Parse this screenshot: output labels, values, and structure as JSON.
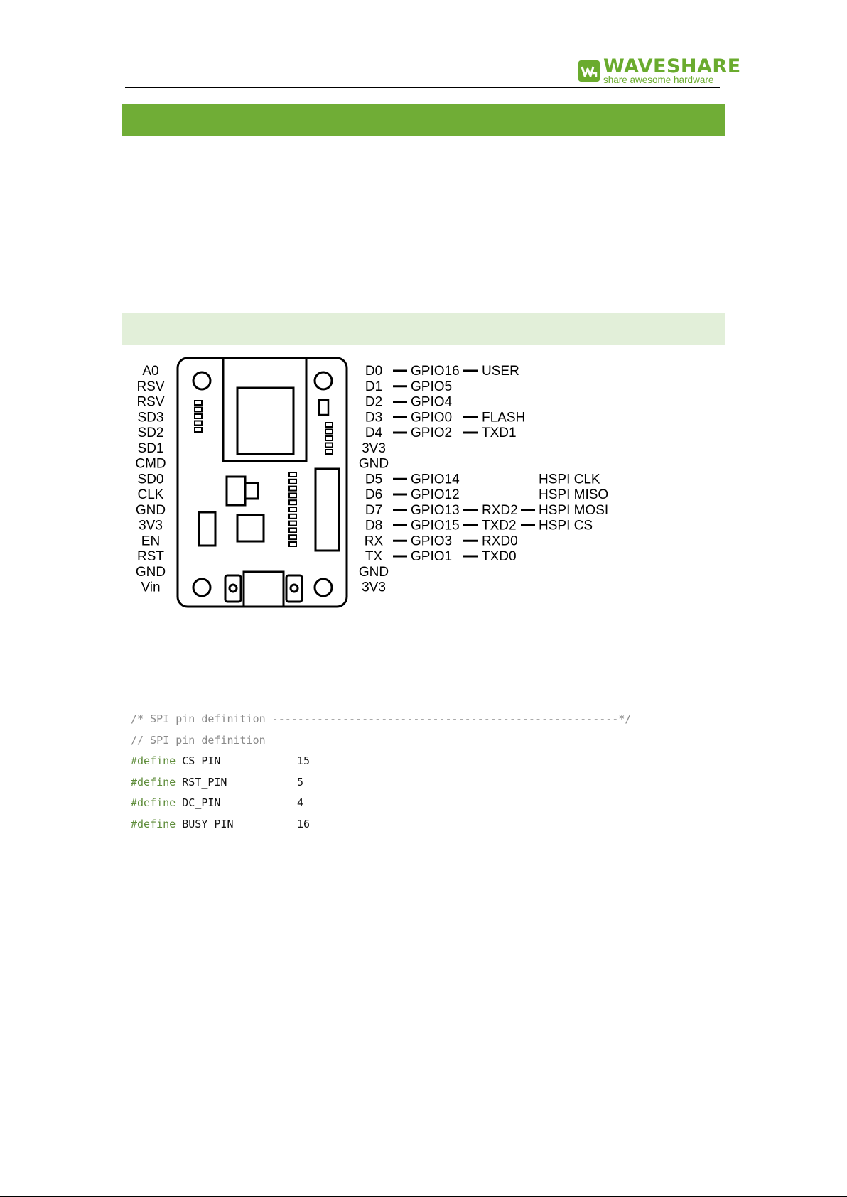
{
  "header": {
    "logo_word": "WAVESHARE",
    "logo_tagline": "share awesome hardware",
    "brand_color": "#6aab2e"
  },
  "bars": {
    "dark_color": "#70ad36",
    "light_color": "#e2efd9"
  },
  "pinout": {
    "left_pins": [
      "A0",
      "RSV",
      "RSV",
      "SD3",
      "SD2",
      "SD1",
      "CMD",
      "SD0",
      "CLK",
      "GND",
      "3V3",
      "EN",
      "RST",
      "GND",
      "Vin"
    ],
    "right_pins": [
      "D0",
      "D1",
      "D2",
      "D3",
      "D4",
      "3V3",
      "GND",
      "D5",
      "D6",
      "D7",
      "D8",
      "RX",
      "TX",
      "GND",
      "3V3"
    ],
    "gpio": [
      "GPIO16",
      "GPIO5",
      "GPIO4",
      "GPIO0",
      "GPIO2",
      "",
      "",
      "GPIO14",
      "GPIO12",
      "GPIO13",
      "GPIO15",
      "GPIO3",
      "GPIO1",
      "",
      ""
    ],
    "func1": [
      "USER",
      "",
      "",
      "FLASH",
      "TXD1",
      "",
      "",
      "",
      "",
      "RXD2",
      "TXD2",
      "RXD0",
      "TXD0",
      "",
      ""
    ],
    "func2": [
      "",
      "",
      "",
      "",
      "",
      "",
      "",
      "HSPI CLK",
      "HSPI MISO",
      "HSPI MOSI",
      "HSPI CS",
      "",
      "",
      "",
      ""
    ]
  },
  "code": {
    "comment_block": "/* SPI pin definition ------------------------------------------------------*/",
    "comment_line": "// SPI pin definition",
    "defines": [
      {
        "keyword": "#define",
        "name": "CS_PIN",
        "value": "15"
      },
      {
        "keyword": "#define",
        "name": "RST_PIN",
        "value": "5"
      },
      {
        "keyword": "#define",
        "name": "DC_PIN",
        "value": "4"
      },
      {
        "keyword": "#define",
        "name": "BUSY_PIN",
        "value": "16"
      }
    ]
  }
}
